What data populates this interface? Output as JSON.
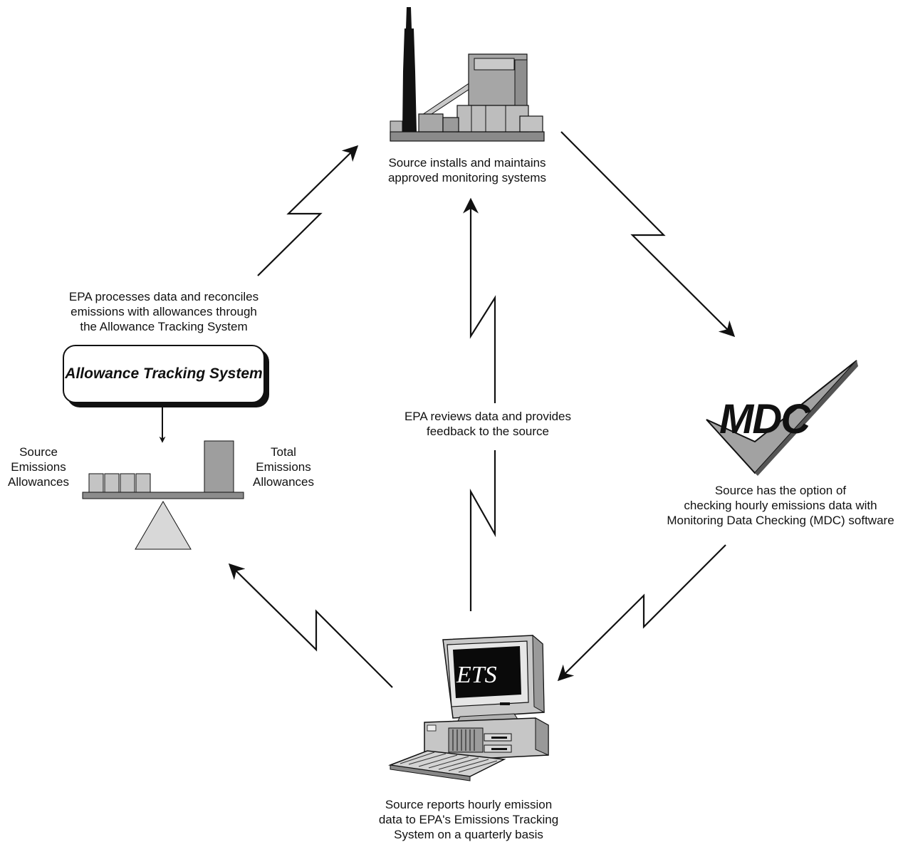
{
  "steps": {
    "source_install": [
      "Source installs and maintains",
      "approved monitoring systems"
    ],
    "mdc_option": [
      "Source has the option of",
      "checking hourly emissions data with",
      "Monitoring Data Checking (MDC) software"
    ],
    "source_reports": [
      "Source reports hourly emission",
      "data to EPA's Emissions Tracking",
      "System on a quarterly basis"
    ],
    "epa_reviews": [
      "EPA reviews data and provides",
      "feedback to the source"
    ],
    "epa_processes": [
      "EPA processes data and reconciles",
      "emissions with allowances through",
      "the Allowance Tracking System"
    ]
  },
  "ats_box_label": "Allowance Tracking System",
  "scale": {
    "left_label": [
      "Source",
      "Emissions",
      "Allowances"
    ],
    "right_label": [
      "Total",
      "Emissions",
      "Allowances"
    ]
  },
  "mdc_logo_text": "MDC",
  "monitor_screen_text": "ETS",
  "icons": [
    "power-plant-icon",
    "mdc-checkmark-icon",
    "computer-icon",
    "balance-scale-icon"
  ],
  "colors": {
    "ink": "#111111",
    "gray": "#a8a8a8",
    "light_gray": "#d2d2d2",
    "dark_gray": "#777777"
  }
}
